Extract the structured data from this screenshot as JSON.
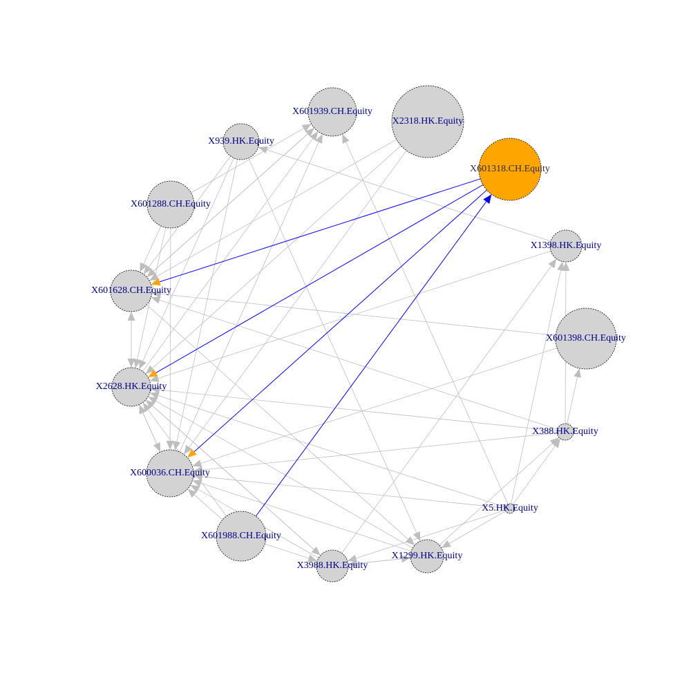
{
  "network": {
    "nodes": [
      {
        "id": "X601939.CH.Equity",
        "label": "X601939.CH.Equity",
        "highlight": false
      },
      {
        "id": "X2318.HK.Equity",
        "label": "X2318.HK.Equity",
        "highlight": false
      },
      {
        "id": "X601318.CH.Equity",
        "label": "X601318.CH.Equity",
        "highlight": true
      },
      {
        "id": "X939.HK.Equity",
        "label": "X939.HK.Equity",
        "highlight": false
      },
      {
        "id": "X601288.CH.Equity",
        "label": "X601288.CH.Equity",
        "highlight": false
      },
      {
        "id": "X1398.HK.Equity",
        "label": "X1398.HK.Equity",
        "highlight": false
      },
      {
        "id": "X601628.CH.Equity",
        "label": "X601628.CH.Equity",
        "highlight": false
      },
      {
        "id": "X601398.CH.Equity",
        "label": "X601398.CH.Equity",
        "highlight": false
      },
      {
        "id": "X2628.HK.Equity",
        "label": "X2628.HK.Equity",
        "highlight": false
      },
      {
        "id": "X388.HK.Equity",
        "label": "X388.HK.Equity",
        "highlight": false
      },
      {
        "id": "X600036.CH.Equity",
        "label": "X600036.CH.Equity",
        "highlight": false
      },
      {
        "id": "X5.HK.Equity",
        "label": "X5.HK.Equity",
        "highlight": false
      },
      {
        "id": "X601988.CH.Equity",
        "label": "X601988.CH.Equity",
        "highlight": false
      },
      {
        "id": "X1299.HK.Equity",
        "label": "X1299.HK.Equity",
        "highlight": false
      },
      {
        "id": "X3988.HK.Equity",
        "label": "X3988.HK.Equity",
        "highlight": false
      }
    ],
    "edges": [
      {
        "from": "X601318.CH.Equity",
        "to": "X601628.CH.Equity",
        "highlight": true
      },
      {
        "from": "X601318.CH.Equity",
        "to": "X2628.HK.Equity",
        "highlight": true
      },
      {
        "from": "X601318.CH.Equity",
        "to": "X600036.CH.Equity",
        "highlight": true
      },
      {
        "from": "X601988.CH.Equity",
        "to": "X601318.CH.Equity",
        "highlight": true
      },
      {
        "from": "X939.HK.Equity",
        "to": "X601628.CH.Equity"
      },
      {
        "from": "X939.HK.Equity",
        "to": "X2628.HK.Equity"
      },
      {
        "from": "X939.HK.Equity",
        "to": "X600036.CH.Equity"
      },
      {
        "from": "X939.HK.Equity",
        "to": "X1299.HK.Equity"
      },
      {
        "from": "X601288.CH.Equity",
        "to": "X601939.CH.Equity"
      },
      {
        "from": "X601288.CH.Equity",
        "to": "X601628.CH.Equity"
      },
      {
        "from": "X601288.CH.Equity",
        "to": "X2628.HK.Equity"
      },
      {
        "from": "X601288.CH.Equity",
        "to": "X600036.CH.Equity"
      },
      {
        "from": "X601628.CH.Equity",
        "to": "X601939.CH.Equity"
      },
      {
        "from": "X601628.CH.Equity",
        "to": "X2628.HK.Equity"
      },
      {
        "from": "X601628.CH.Equity",
        "to": "X1299.HK.Equity"
      },
      {
        "from": "X2628.HK.Equity",
        "to": "X601628.CH.Equity"
      },
      {
        "from": "X2628.HK.Equity",
        "to": "X601939.CH.Equity"
      },
      {
        "from": "X2628.HK.Equity",
        "to": "X600036.CH.Equity"
      },
      {
        "from": "X2628.HK.Equity",
        "to": "X3988.HK.Equity"
      },
      {
        "from": "X2318.HK.Equity",
        "to": "X601628.CH.Equity"
      },
      {
        "from": "X2318.HK.Equity",
        "to": "X2628.HK.Equity"
      },
      {
        "from": "X2318.HK.Equity",
        "to": "X600036.CH.Equity"
      },
      {
        "from": "X1398.HK.Equity",
        "to": "X939.HK.Equity"
      },
      {
        "from": "X1398.HK.Equity",
        "to": "X2628.HK.Equity"
      },
      {
        "from": "X601398.CH.Equity",
        "to": "X601628.CH.Equity"
      },
      {
        "from": "X601398.CH.Equity",
        "to": "X600036.CH.Equity"
      },
      {
        "from": "X388.HK.Equity",
        "to": "X601628.CH.Equity"
      },
      {
        "from": "X388.HK.Equity",
        "to": "X2628.HK.Equity"
      },
      {
        "from": "X388.HK.Equity",
        "to": "X600036.CH.Equity"
      },
      {
        "from": "X388.HK.Equity",
        "to": "X601398.CH.Equity"
      },
      {
        "from": "X388.HK.Equity",
        "to": "X1398.HK.Equity"
      },
      {
        "from": "X5.HK.Equity",
        "to": "X601939.CH.Equity"
      },
      {
        "from": "X5.HK.Equity",
        "to": "X2628.HK.Equity"
      },
      {
        "from": "X5.HK.Equity",
        "to": "X600036.CH.Equity"
      },
      {
        "from": "X5.HK.Equity",
        "to": "X3988.HK.Equity"
      },
      {
        "from": "X5.HK.Equity",
        "to": "X1299.HK.Equity"
      },
      {
        "from": "X5.HK.Equity",
        "to": "X1398.HK.Equity"
      },
      {
        "from": "X5.HK.Equity",
        "to": "X388.HK.Equity"
      },
      {
        "from": "X601988.CH.Equity",
        "to": "X2628.HK.Equity"
      },
      {
        "from": "X601988.CH.Equity",
        "to": "X600036.CH.Equity"
      },
      {
        "from": "X601988.CH.Equity",
        "to": "X3988.HK.Equity"
      },
      {
        "from": "X1299.HK.Equity",
        "to": "X2628.HK.Equity"
      },
      {
        "from": "X1299.HK.Equity",
        "to": "X600036.CH.Equity"
      },
      {
        "from": "X1299.HK.Equity",
        "to": "X3988.HK.Equity"
      },
      {
        "from": "X1299.HK.Equity",
        "to": "X388.HK.Equity"
      },
      {
        "from": "X3988.HK.Equity",
        "to": "X600036.CH.Equity"
      },
      {
        "from": "X3988.HK.Equity",
        "to": "X2628.HK.Equity"
      },
      {
        "from": "X3988.HK.Equity",
        "to": "X1398.HK.Equity"
      },
      {
        "from": "X3988.HK.Equity",
        "to": "X1299.HK.Equity"
      },
      {
        "from": "X600036.CH.Equity",
        "to": "X2628.HK.Equity"
      },
      {
        "from": "X600036.CH.Equity",
        "to": "X601939.CH.Equity"
      },
      {
        "from": "X601939.CH.Equity",
        "to": "X601628.CH.Equity"
      }
    ]
  },
  "colors": {
    "node_fill": "#d3d3d3",
    "node_border": "#000000",
    "highlight_node_fill": "#ffa500",
    "edge": "#bebebe",
    "highlight_edge": "#0000ff",
    "highlight_arrow_tip": "#ffa500",
    "label": "#00008b",
    "background": "#ffffff"
  }
}
